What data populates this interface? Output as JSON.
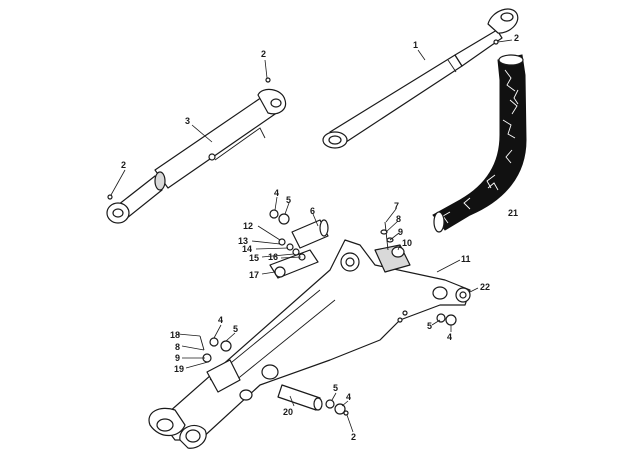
{
  "callouts": {
    "c1": "1",
    "c2a": "2",
    "c2b": "2",
    "c2c": "2",
    "c2d": "2",
    "c3": "3",
    "c4a": "4",
    "c4b": "4",
    "c4c": "4",
    "c4d": "4",
    "c5a": "5",
    "c5b": "5",
    "c5c": "5",
    "c5d": "5",
    "c6": "6",
    "c7": "7",
    "c8a": "8",
    "c8b": "8",
    "c9a": "9",
    "c9b": "9",
    "c10": "10",
    "c11": "11",
    "c12": "12",
    "c13": "13",
    "c14": "14",
    "c15": "15",
    "c16": "16",
    "c17": "17",
    "c18": "18",
    "c19": "19",
    "c20": "20",
    "c21": "21",
    "c22": "22"
  }
}
